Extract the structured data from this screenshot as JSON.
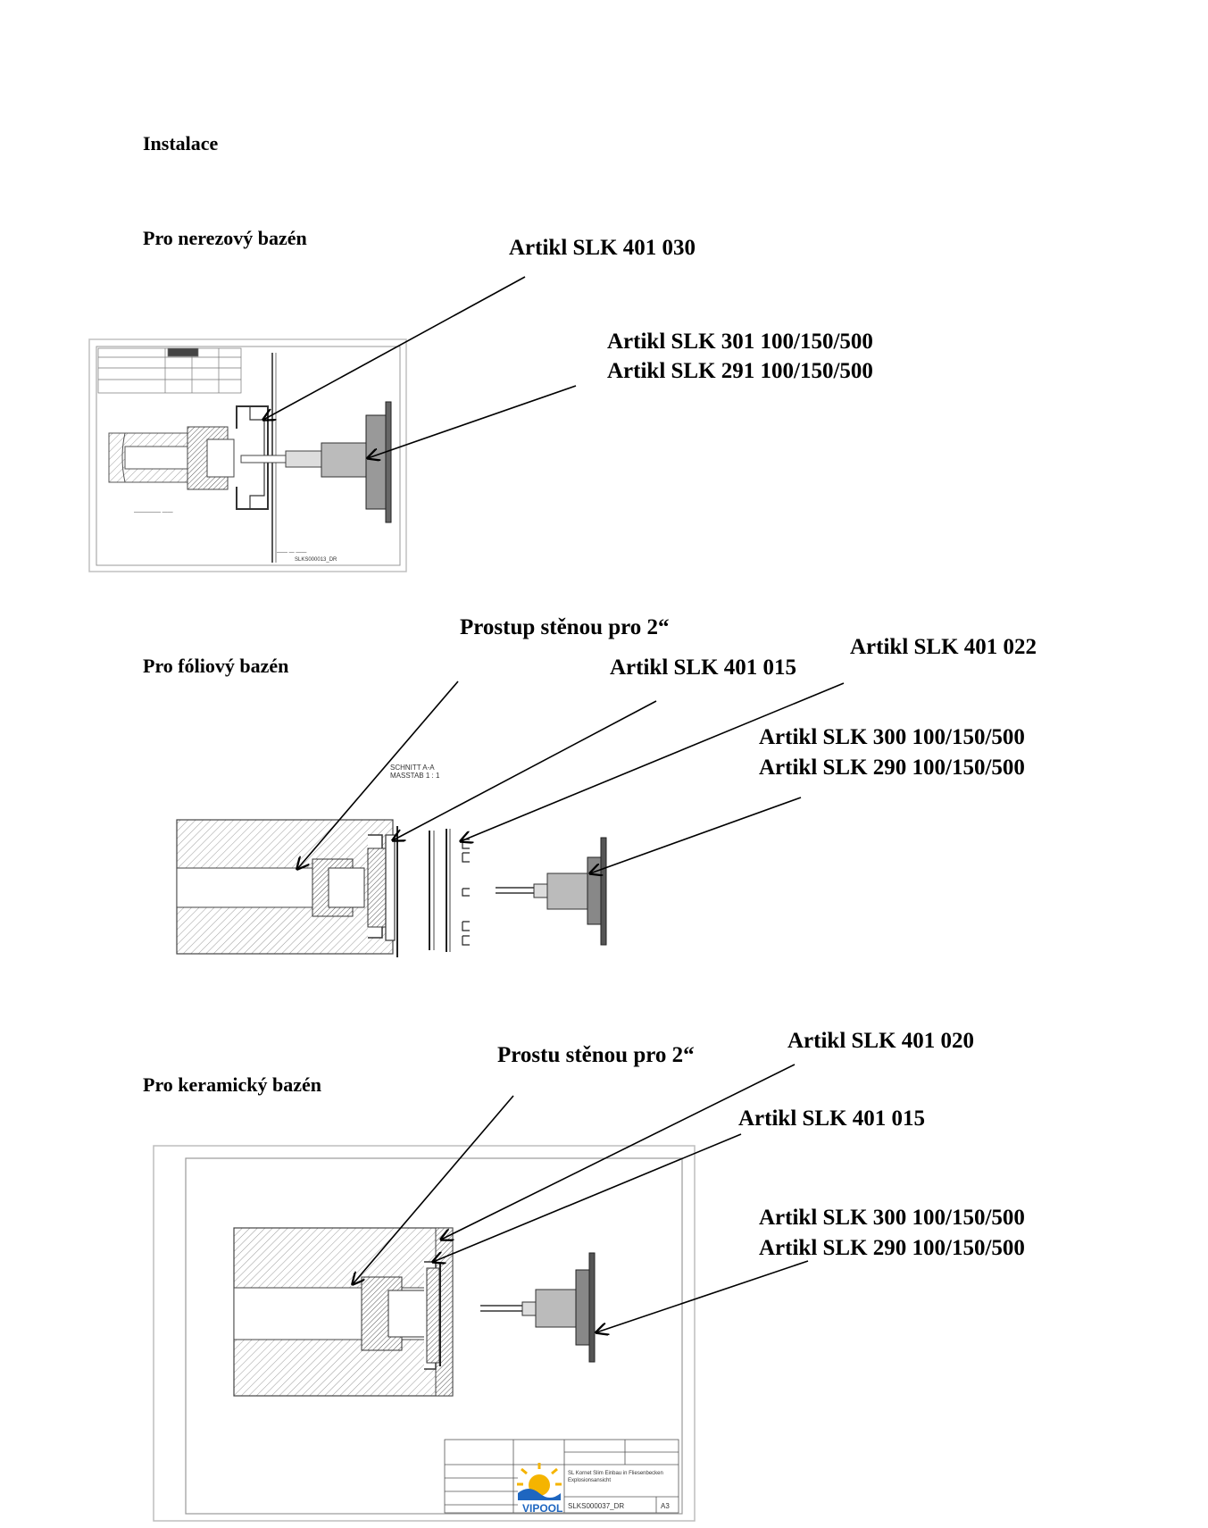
{
  "page": {
    "heading": "Instalace"
  },
  "sections": {
    "stainless": {
      "title": "Pro nerezový bazén",
      "label_a": "Artikl SLK 401 030",
      "label_b1": "Artikl SLK 301 100/150/500",
      "label_b2": "Artikl SLK 291 100/150/500"
    },
    "foil": {
      "title": "Pro fóliový bazén",
      "label_wall": "Prostup stěnou pro 2“",
      "label_a": "Artikl SLK 401 015",
      "label_b": "Artikl SLK 401 022",
      "label_c1": "Artikl SLK 300 100/150/500",
      "label_c2": "Artikl SLK 290 100/150/500",
      "drawing_note1": "SCHNITT A-A",
      "drawing_note2": "MASSTAB 1 : 1"
    },
    "ceramic": {
      "title": "Pro keramický bazén",
      "label_wall": "Prostu stěnou pro 2“",
      "label_a": "Artikl SLK 401 020",
      "label_b": "Artikl SLK 401 015",
      "label_c1": "Artikl SLK 300 100/150/500",
      "label_c2": "Artikl SLK 290 100/150/500",
      "titleblock_desc1": "SL Kornet Slim Einbau in Fliesenbecken",
      "titleblock_desc2": "Explosionsansicht",
      "titleblock_drawing_no": "SLKS000037_DR",
      "titleblock_format": "A3",
      "logo_text": "VIPOOL"
    }
  }
}
